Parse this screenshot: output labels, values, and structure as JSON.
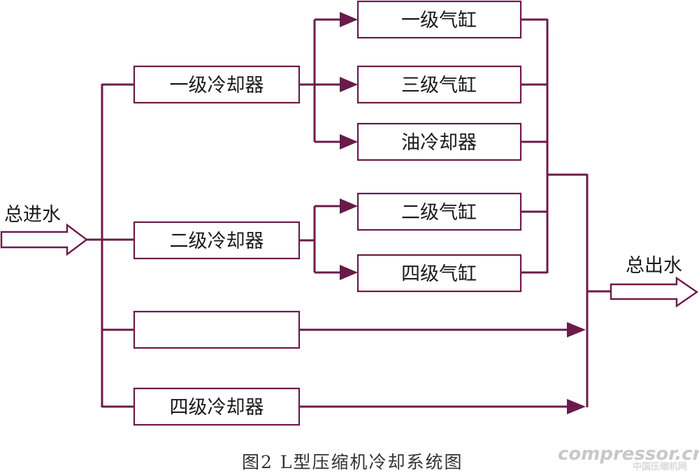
{
  "diagram": {
    "inlet_label": "总进水",
    "outlet_label": "总出水",
    "coolers": {
      "first": "一级冷却器",
      "second": "二级冷却器",
      "third": "",
      "fourth": "四级冷却器"
    },
    "consumers": {
      "cyl1": "一级气缸",
      "cyl3": "三级气缸",
      "oil_cooler": "油冷却器",
      "cyl2": "二级气缸",
      "cyl4": "四级气缸"
    },
    "caption": "图2  L型压缩机冷却系统图"
  },
  "watermark": {
    "brand": "compressor.cn",
    "sub": "中国压缩机网"
  },
  "colors": {
    "line": "#6b1b4a",
    "text": "#1a1a1a"
  }
}
